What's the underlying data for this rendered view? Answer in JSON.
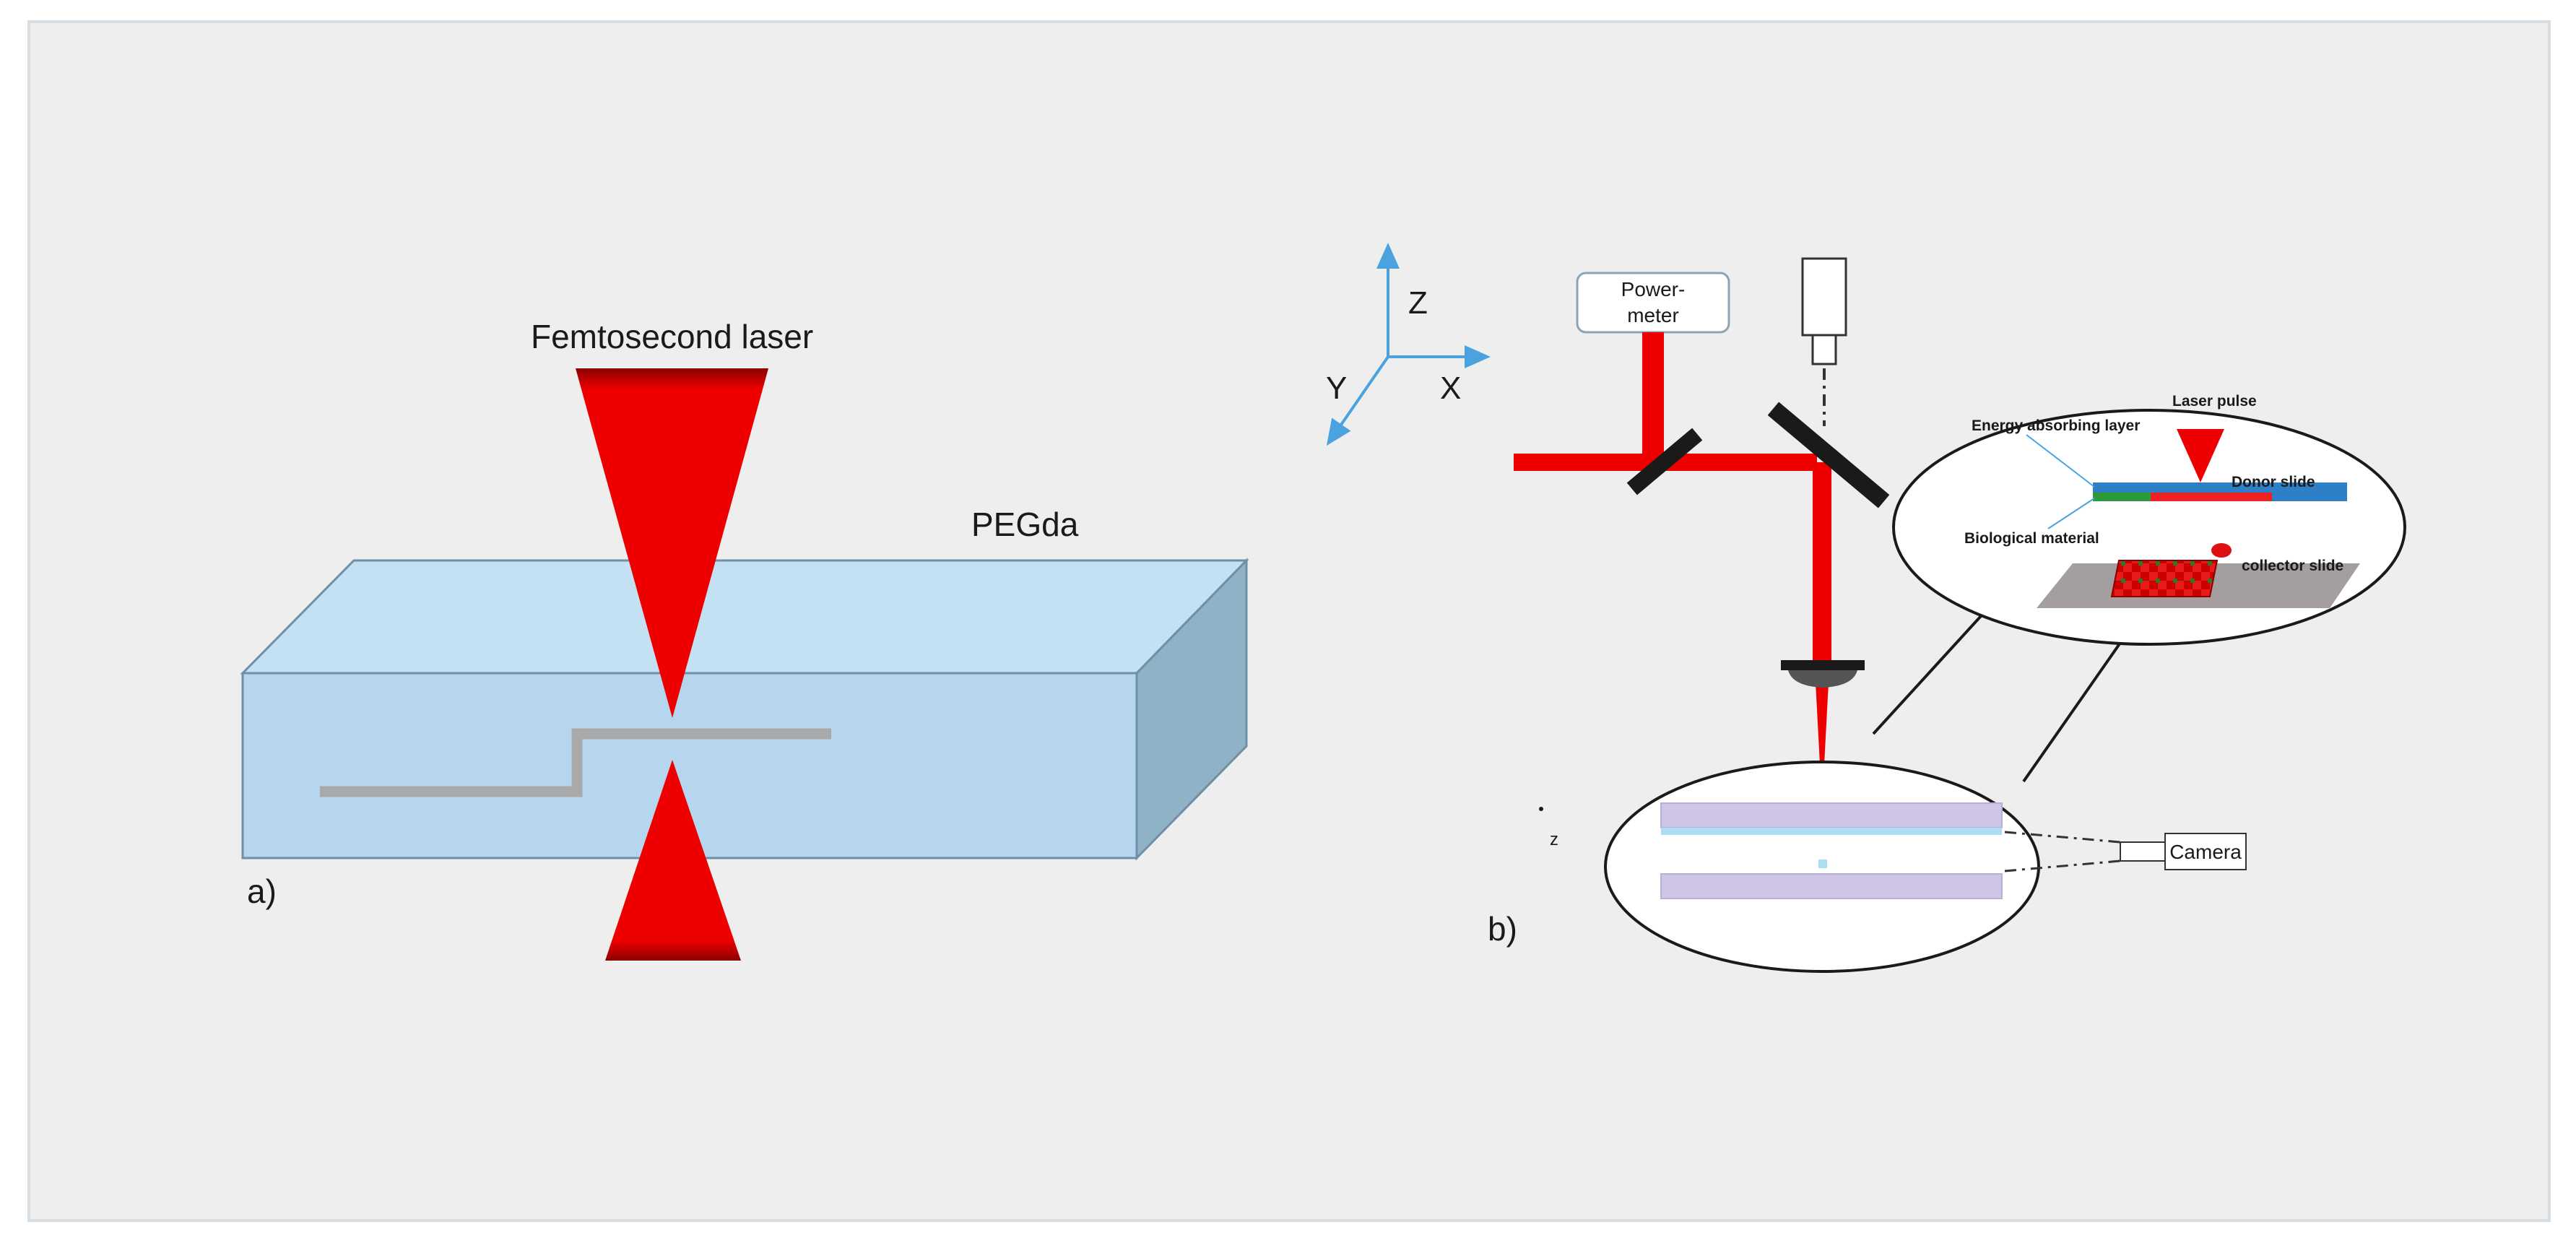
{
  "panel_a": {
    "laser_label": "Femtosecond laser",
    "material_label": "PEGda",
    "panel_letter": "a)"
  },
  "panel_b": {
    "panel_letter": "b)",
    "axes": {
      "z": "Z",
      "x": "X",
      "y": "Y"
    },
    "power_meter_line1": "Power-",
    "power_meter_line2": "meter",
    "inset": {
      "laser_pulse": "Laser pulse",
      "energy_layer": "Energy absorbing layer",
      "donor_slide": "Donor slide",
      "bio_material": "Biological material",
      "collector_slide": "collector slide"
    },
    "small_z": "z",
    "camera_label": "Camera"
  },
  "colors": {
    "laser_red": "#ee0000",
    "block_front": "#b5d6ee",
    "block_top": "#c4e0f3",
    "block_side": "#8fb2c6",
    "axis_blue": "#4aa3df",
    "background": "#eeeeee"
  }
}
